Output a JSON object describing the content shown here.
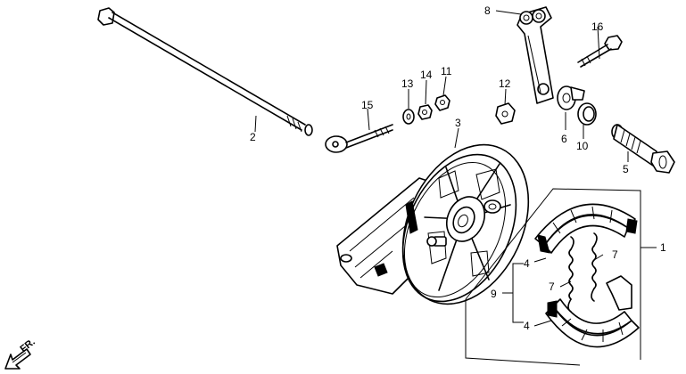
{
  "callouts": {
    "n1": "1",
    "n2": "2",
    "n3": "3",
    "n4a": "4",
    "n4b": "4",
    "n5": "5",
    "n6": "6",
    "n7a": "7",
    "n7b": "7",
    "n8": "8",
    "n9": "9",
    "n10": "10",
    "n11": "11",
    "n12": "12",
    "n13": "13",
    "n14": "14",
    "n15": "15",
    "n16": "16"
  },
  "direction_label": "FR."
}
